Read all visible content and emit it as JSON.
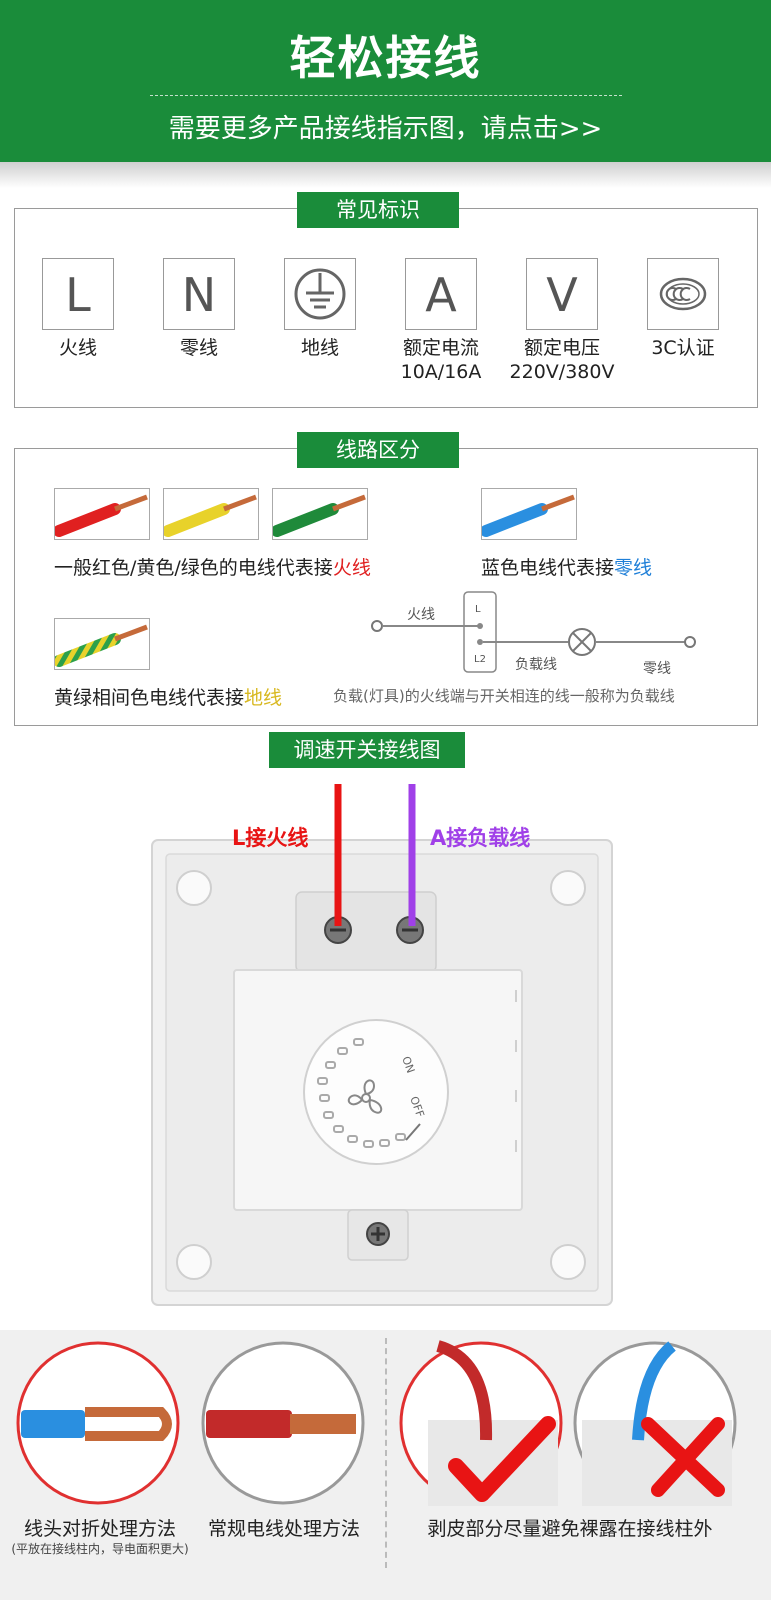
{
  "header": {
    "title": "轻松接线",
    "link_text": "需要更多产品接线指示图，请点击>>"
  },
  "symbols": {
    "tag": "常见标识",
    "items": [
      {
        "glyph": "L",
        "label": "火线",
        "sub": ""
      },
      {
        "glyph": "N",
        "label": "零线",
        "sub": ""
      },
      {
        "glyph": "",
        "label": "地线",
        "sub": "",
        "icon": "ground-icon"
      },
      {
        "glyph": "A",
        "label": "额定电流",
        "sub": "10A/16A"
      },
      {
        "glyph": "V",
        "label": "额定电压",
        "sub": "220V/380V"
      },
      {
        "glyph": "",
        "label": "3C认证",
        "sub": "",
        "icon": "ccc-icon"
      }
    ]
  },
  "lines": {
    "tag": "线路区分",
    "live_text": "一般红色/黄色/绿色的电线代表接",
    "live_word": "火线",
    "neutral_text": "蓝色电线代表接",
    "neutral_word": "零线",
    "ground_text": "黄绿相间色电线代表接",
    "ground_word": "地线",
    "diagram": {
      "live": "火线",
      "terminal_l": "L",
      "terminal_l2": "L2",
      "load": "负载线",
      "neutral": "零线"
    },
    "note": "负载(灯具)的火线端与开关相连的线一般称为负载线",
    "colors": {
      "red": "#e02020",
      "yellow": "#e8d22a",
      "green": "#1f8a3a",
      "blue": "#2a8fe0",
      "copper": "#c56a3a"
    }
  },
  "switch": {
    "tag": "调速开关接线图",
    "l_label": "L接火线",
    "a_label": "A接负载线",
    "dial_on": "ON",
    "dial_off": "OFF"
  },
  "tips": {
    "items": [
      {
        "caption": "线头对折处理方法",
        "sub": "(平放在接线柱内，导电面积更大)"
      },
      {
        "caption": "常规电线处理方法",
        "sub": ""
      },
      {
        "caption": "剥皮部分尽量避免裸露在接线柱外",
        "sub": ""
      }
    ]
  }
}
